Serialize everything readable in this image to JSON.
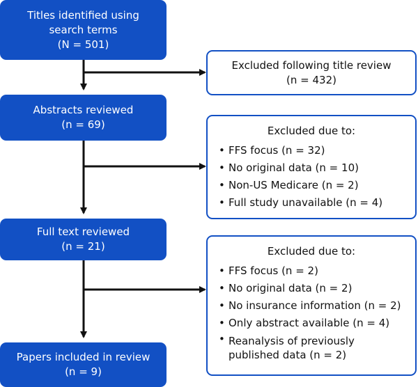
{
  "colors": {
    "box_fill": "#1250c4",
    "outline": "#1250c4",
    "arrow": "#111111"
  },
  "nodes": [
    {
      "id": "titles",
      "lines": [
        "Titles identified using",
        "search terms",
        "(N = 501)"
      ]
    },
    {
      "id": "abstracts",
      "lines": [
        "Abstracts reviewed",
        "(n = 69)"
      ]
    },
    {
      "id": "fulltext",
      "lines": [
        "Full text reviewed",
        "(n = 21)"
      ]
    },
    {
      "id": "included",
      "lines": [
        "Papers included in review",
        "(n = 9)"
      ]
    }
  ],
  "exclusions": [
    {
      "id": "title-review",
      "lines": [
        "Excluded following title review",
        "(n = 432)"
      ]
    },
    {
      "id": "abstract-stage",
      "heading": "Excluded due to:",
      "items": [
        "FFS focus (n = 32)",
        "No original data (n = 10)",
        "Non-US Medicare (n = 2)",
        "Full study unavailable (n = 4)"
      ]
    },
    {
      "id": "fulltext-stage",
      "heading": "Excluded due to:",
      "items": [
        "FFS focus (n = 2)",
        "No original data (n = 2)",
        "No insurance information (n = 2)",
        "Only abstract available (n = 4)",
        "Reanalysis of previously"
      ],
      "last_item_continuation": "published data (n = 2)"
    }
  ]
}
